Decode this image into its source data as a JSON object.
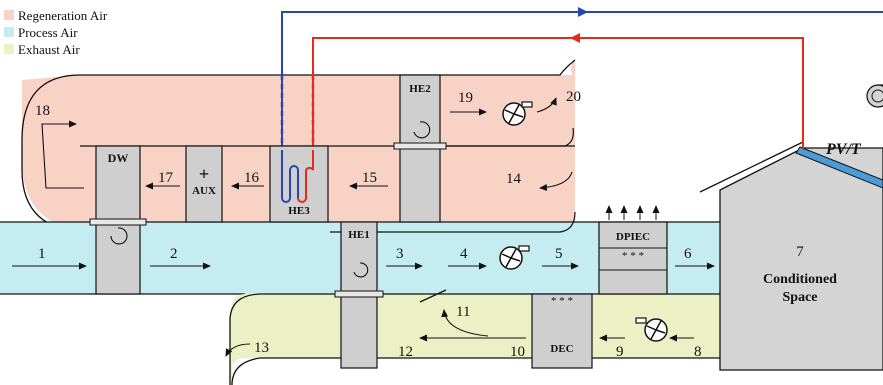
{
  "legend": [
    {
      "label": "Regeneration Air",
      "color": "#f8d3c5"
    },
    {
      "label": "Process Air",
      "color": "#c5ecf1"
    },
    {
      "label": "Exhaust Air",
      "color": "#ecf1c5"
    }
  ],
  "components": {
    "dw": "DW",
    "aux_symbol": "+",
    "aux": "AUX",
    "he1": "HE1",
    "he2": "HE2",
    "he3": "HE3",
    "dpiec": "DPIEC",
    "dec": "DEC",
    "pvt": "PV/T"
  },
  "room": {
    "number": "7",
    "line1": "Conditioned",
    "line2": "Space"
  },
  "states": [
    "1",
    "2",
    "3",
    "4",
    "5",
    "6",
    "8",
    "9",
    "10",
    "11",
    "12",
    "13",
    "14",
    "15",
    "16",
    "17",
    "18",
    "19",
    "20"
  ],
  "colors": {
    "regeneration": "#f8d3c5",
    "process": "#c5ecf1",
    "exhaust": "#ecf1c5",
    "component": "#cfcfcf",
    "room": "#d4d4d4",
    "hot_pipe": "#e62a1c",
    "cold_pipe": "#2845b4",
    "panel": "#4a9bd8"
  }
}
